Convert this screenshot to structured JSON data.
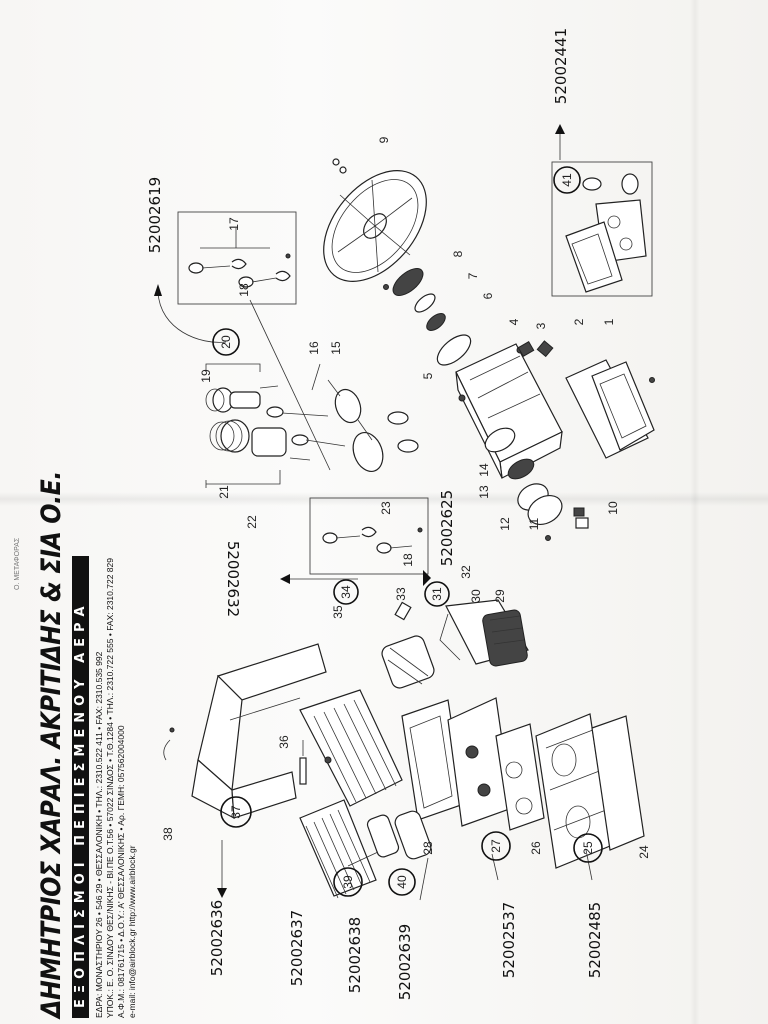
{
  "header": {
    "company": "ΔΗΜΗΤΡΙΟΣ ΧΑΡΑΛ. ΑΚΡΙΤΙΔΗΣ & ΣΙΑ Ο.Ε.",
    "tagline": "ΕΞΟΠΛΙΣΜΟΙ ΠΕΠΙΕΣΜΕΝΟΥ ΑΕΡΑ",
    "address_1": "ΕΔΡΑ: ΜΟΝΑΣΤΗΡΙΟΥ 26 • 546 29 • ΘΕΣΣΑΛΟΝΙΚΗ • ΤΗΛ.: 2310.522 411 • FAX: 2310.535 992",
    "address_2": "ΥΠΟΚ.: Ε. Ο. ΣΙΝΔΟΥ ΘΕΣ/ΝΙΚΗΣ - ΒΙ.ΠΕ Ο.Τ.56 • 57022 ΣΙΝΔΟΣ • Τ.Θ.1284 • ΤΗΛ.: 2310.722 555 • FAX: 2310.722 829",
    "address_3": "Α.Φ.Μ.: 081761715 • Δ.Ο.Υ.: Α' ΘΕΣΣΑΛΟΝΙΚΗΣ • Αρ. ΓΕΜΗ: 057562004000",
    "address_4": "e-mail: info@airblock.gr    http://www.airblock.gr",
    "watermark": "Ο. ΜΕΤΑΦΟΡΑΣ"
  },
  "diagram": {
    "part_numbers": [
      "1",
      "2",
      "3",
      "4",
      "5",
      "6",
      "7",
      "8",
      "9",
      "10",
      "11",
      "12",
      "13",
      "14",
      "15",
      "16",
      "17",
      "18",
      "18",
      "19",
      "21",
      "22",
      "23",
      "24",
      "26",
      "28",
      "29",
      "30",
      "32",
      "33",
      "35",
      "36",
      "38"
    ],
    "circled_parts": [
      "20",
      "25",
      "27",
      "31",
      "34",
      "37",
      "39",
      "40",
      "41"
    ],
    "handwritten_codes": {
      "part_20": "52002619",
      "part_31": "52002625",
      "part_34": "52002632",
      "part_41": "52002441",
      "part_37": "52002636",
      "part_39": "52002637",
      "part_39b": "52002638",
      "part_40": "52002639",
      "part_27": "52002537",
      "part_25": "52002485"
    }
  },
  "colors": {
    "ink": "#111111",
    "paper": "#f7f6f4"
  }
}
